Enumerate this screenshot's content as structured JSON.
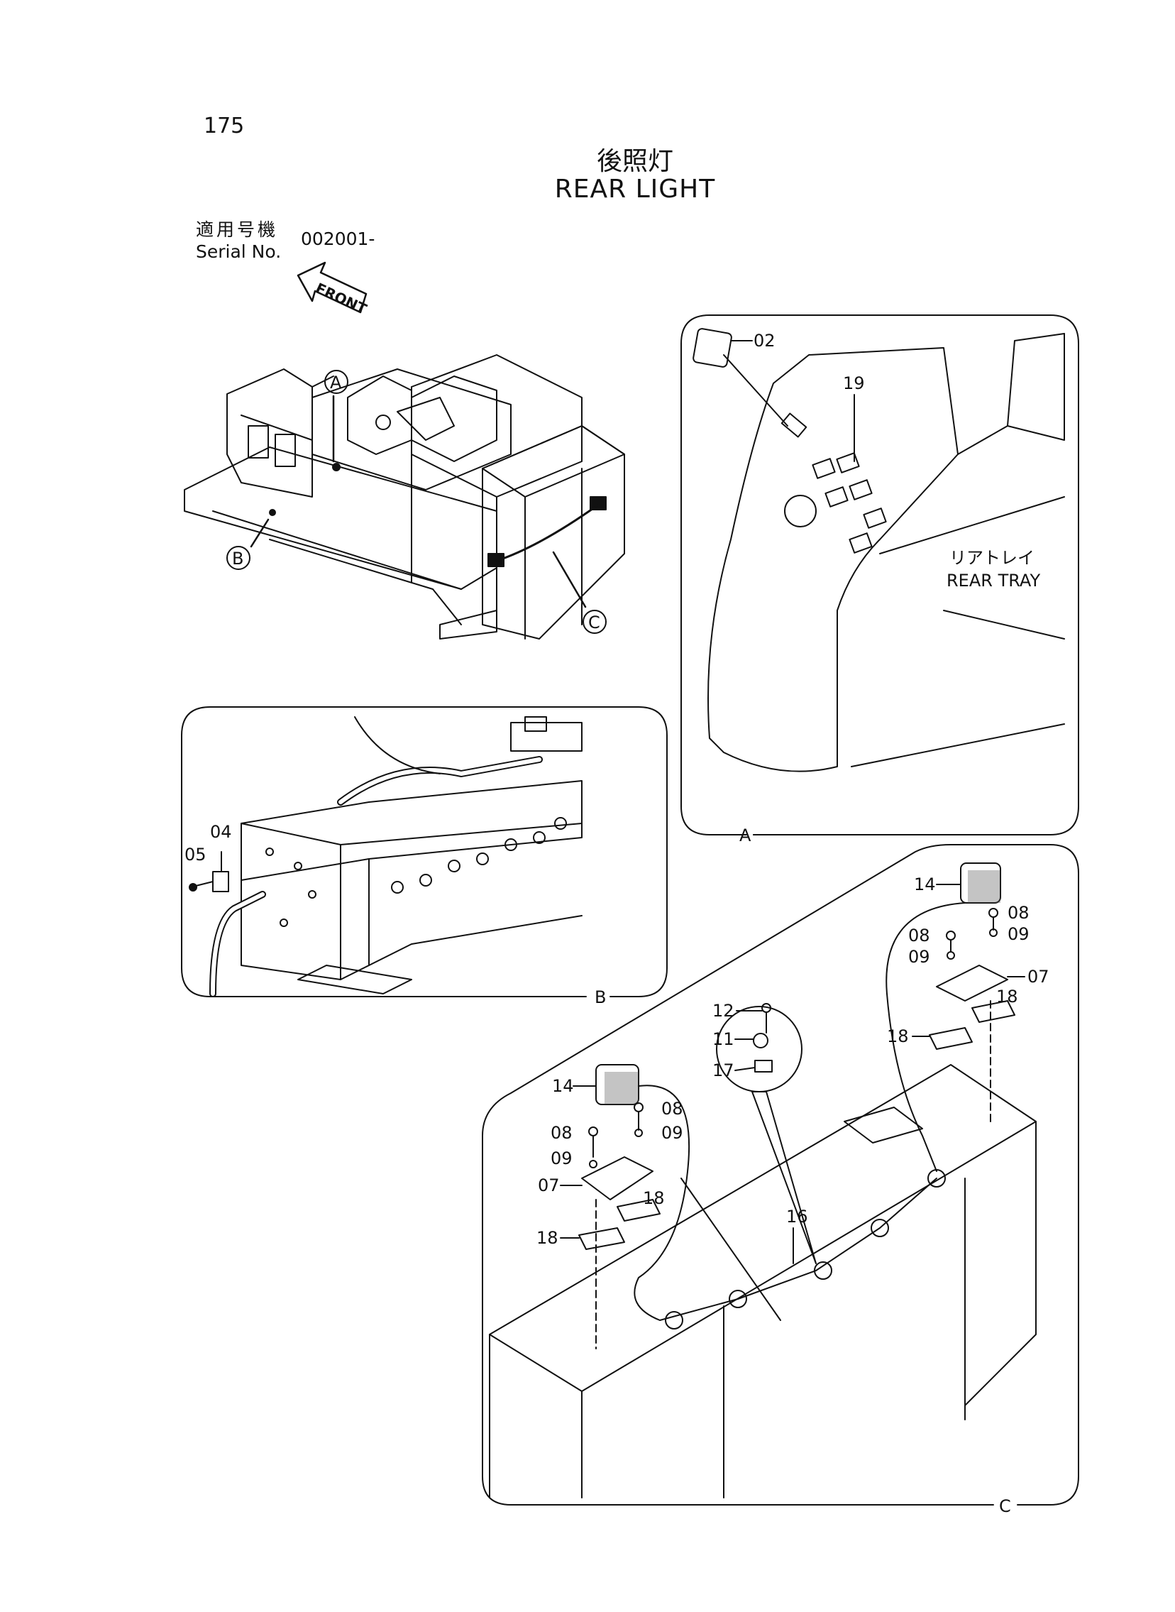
{
  "header": {
    "page_number": "175",
    "title_jp": "後照灯",
    "title_en": "REAR LIGHT",
    "serial_label_jp": "適用号機",
    "serial_label_en": "Serial No.",
    "serial_value": "002001-"
  },
  "overview": {
    "front_label": "FRONT",
    "callout_a": "A",
    "callout_b": "B",
    "callout_c": "C"
  },
  "detail_a": {
    "name": "A",
    "part_02": "02",
    "part_19": "19",
    "rear_tray_jp": "リアトレイ",
    "rear_tray_en": "REAR TRAY"
  },
  "detail_b": {
    "name": "B",
    "part_04": "04",
    "part_05": "05"
  },
  "detail_c": {
    "name": "C",
    "part_14": "14",
    "part_08": "08",
    "part_09": "09",
    "part_07": "07",
    "part_18": "18",
    "part_12": "12",
    "part_11": "11",
    "part_17": "17",
    "part_16": "16"
  }
}
